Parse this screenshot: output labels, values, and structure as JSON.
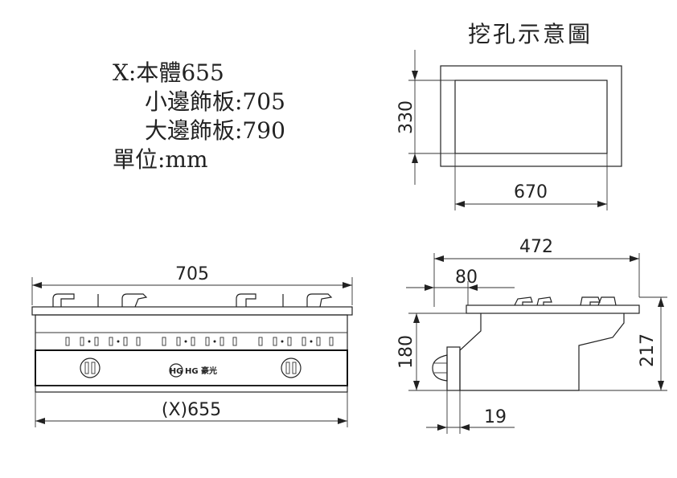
{
  "notes": {
    "line1": "X:本體655",
    "line2": "小邊飾板:705",
    "line3": "大邊飾板:790",
    "line4": "單位:mm"
  },
  "cutout": {
    "title": "挖孔示意圖",
    "height_dim": "330",
    "width_dim": "670"
  },
  "front_view": {
    "top_dim": "705",
    "bottom_dim": "(X)655",
    "logo_text": "HG 豪光",
    "logo_mark": "HG"
  },
  "side_view": {
    "depth_dim": "472",
    "offset_dim": "80",
    "height_dim": "180",
    "total_height_dim": "217",
    "bottom_dim": "19"
  }
}
